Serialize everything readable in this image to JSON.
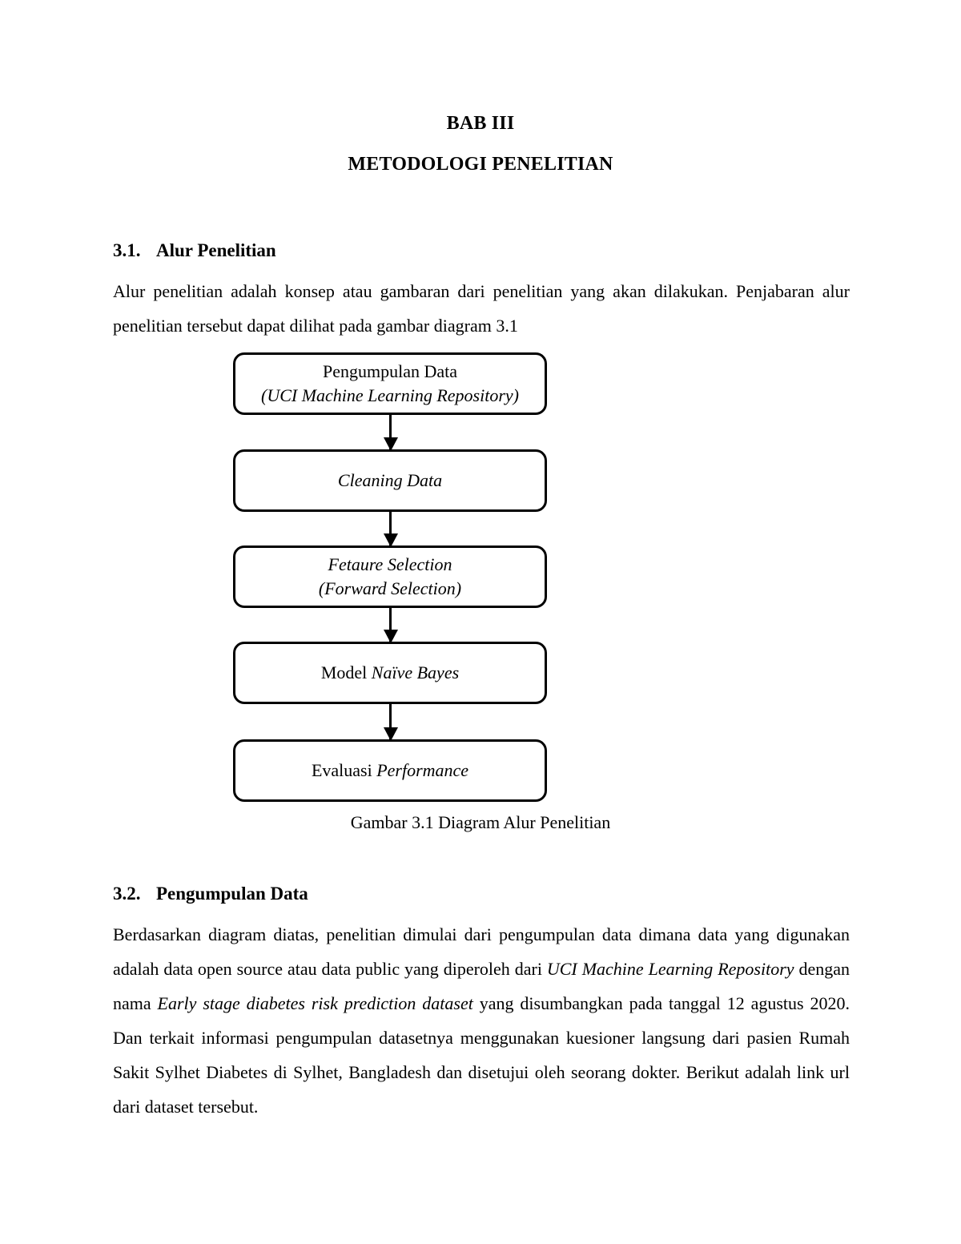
{
  "document": {
    "title_line_1": "BAB III",
    "title_line_2": "METODOLOGI PENELITIAN"
  },
  "sections": [
    {
      "number": "3.1.",
      "heading": "Alur Penelitian",
      "paragraph": "Alur penelitian adalah konsep atau gambaran dari penelitian yang akan dilakukan. Penjabaran alur penelitian tersebut dapat dilihat pada gambar diagram 3.1"
    },
    {
      "number": "3.2.",
      "heading": "Pengumpulan Data",
      "paragraph_parts": {
        "p1": "Berdasarkan diagram diatas, penelitian dimulai dari pengumpulan data dimana data yang digunakan adalah data open source atau data public yang diperoleh dari ",
        "i1": "UCI Machine Learning Repository",
        "p2": " dengan nama ",
        "i2": "Early stage diabetes risk prediction dataset",
        "p3": " yang disumbangkan pada tanggal 12 agustus 2020. Dan terkait informasi pengumpulan datasetnya menggunakan kuesioner langsung dari pasien Rumah Sakit Sylhet Diabetes di Sylhet, Bangladesh dan disetujui oleh seorang dokter. Berikut adalah link url dari dataset tersebut."
      }
    }
  ],
  "figure": {
    "caption": "Gambar 3.1 Diagram Alur Penelitian",
    "nodes": [
      {
        "id": "pengumpulan-data",
        "line_1_plain": "Pengumpulan Data",
        "line_2_italic": "(UCI Machine Learning Repository)"
      },
      {
        "id": "cleaning-data",
        "line_1_italic": "Cleaning Data"
      },
      {
        "id": "feature-selection",
        "line_1_italic": "Fetaure Selection",
        "line_2_italic": "(Forward Selection)"
      },
      {
        "id": "model-naive-bayes",
        "line_1_plain": "Model ",
        "line_1_italic": "Naïve Bayes"
      },
      {
        "id": "evaluasi-performance",
        "line_1_plain": "Evaluasi ",
        "line_1_italic": "Performance"
      }
    ],
    "arrows": [
      {
        "from": "pengumpulan-data",
        "to": "cleaning-data",
        "glyph": "down-arrow"
      },
      {
        "from": "cleaning-data",
        "to": "feature-selection",
        "glyph": "down-arrow"
      },
      {
        "from": "feature-selection",
        "to": "model-naive-bayes",
        "glyph": "down-arrow"
      },
      {
        "from": "model-naive-bayes",
        "to": "evaluasi-performance",
        "glyph": "down-arrow"
      }
    ]
  },
  "colors": {
    "page_background": "#ffffff",
    "text": "#000000",
    "box_border": "#000000"
  }
}
